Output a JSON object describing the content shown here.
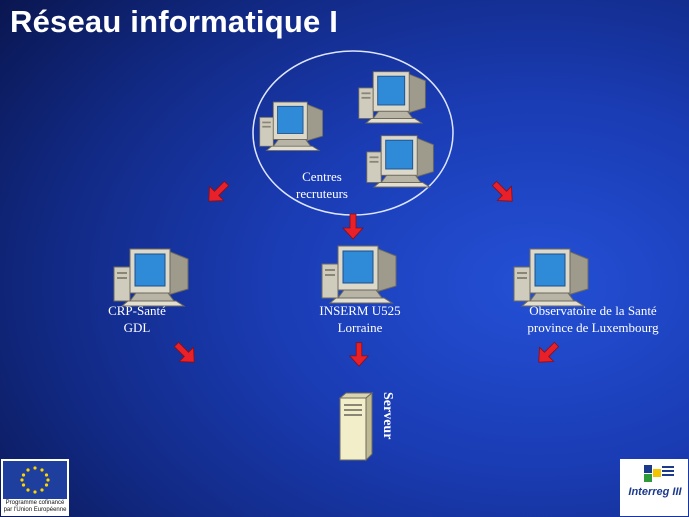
{
  "title": "Réseau informatique I",
  "nodes": {
    "centres": [
      "Centres",
      "recruteurs"
    ],
    "crp": [
      "CRP-Santé",
      "GDL"
    ],
    "inserm": [
      "INSERM U525",
      "Lorraine"
    ],
    "observatoire": [
      "Observatoire de la Santé",
      "province de Luxembourg"
    ],
    "serveur": "Serveur"
  },
  "logos": {
    "eu_caption": [
      "Programme cofinancé",
      "par l'Union Européenne"
    ],
    "interreg": "Interreg III"
  },
  "colors": {
    "background": "#1a3cb4",
    "arrow": "#e8202a",
    "screen": "#2f8ad8",
    "computer_body": "#d6d2c4",
    "server": "#f2eec9",
    "text": "#ffffff"
  },
  "icons": {
    "computer": "desktop-computer-icon",
    "server": "server-tower-icon",
    "arrow": "red-arrow-icon"
  }
}
